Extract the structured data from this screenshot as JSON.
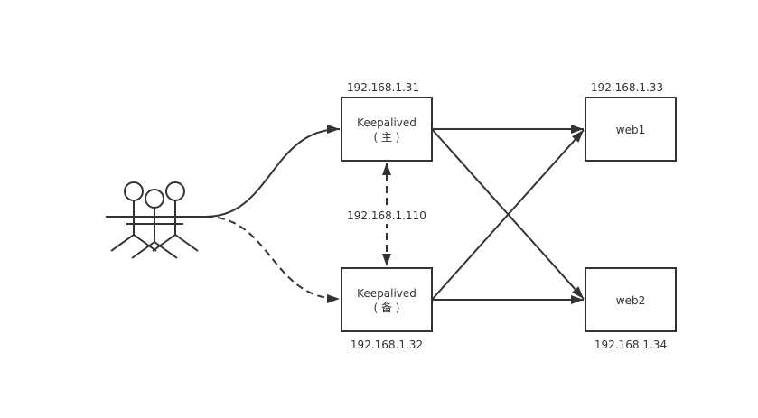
{
  "diagram": {
    "title": "Keepalived high-availability topology",
    "colors": {
      "stroke": "#333333",
      "text": "#333333",
      "background": "#ffffff"
    },
    "clients": {
      "icon": "users-icon",
      "count": 3
    },
    "vip": {
      "label": "192.168.1.110"
    },
    "nodes": {
      "master": {
        "name": "Keepalived",
        "role": "( 主 )",
        "ip": "192.168.1.31"
      },
      "backup": {
        "name": "Keepalived",
        "role": "( 备 )",
        "ip": "192.168.1.32"
      },
      "web1": {
        "name": "web1",
        "ip": "192.168.1.33"
      },
      "web2": {
        "name": "web2",
        "ip": "192.168.1.34"
      }
    },
    "edges": [
      {
        "from": "clients",
        "to": "master",
        "style": "solid"
      },
      {
        "from": "clients",
        "to": "backup",
        "style": "dashed"
      },
      {
        "from": "master",
        "to": "backup",
        "style": "dashed",
        "bidirectional": true,
        "label": "192.168.1.110"
      },
      {
        "from": "master",
        "to": "web1",
        "style": "solid"
      },
      {
        "from": "master",
        "to": "web2",
        "style": "solid"
      },
      {
        "from": "backup",
        "to": "web1",
        "style": "solid"
      },
      {
        "from": "backup",
        "to": "web2",
        "style": "solid"
      }
    ]
  }
}
